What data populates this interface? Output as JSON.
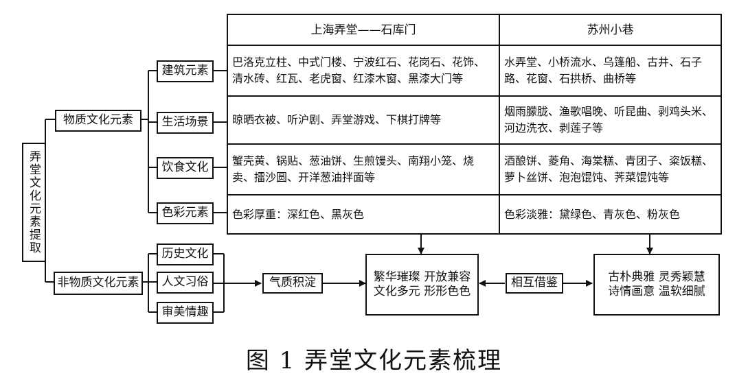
{
  "root": "弄堂文化元素提取",
  "material": "物质文化元素",
  "immaterial": "非物质文化元素",
  "categories": [
    "建筑元素",
    "生活场景",
    "饮食文化",
    "色彩元素"
  ],
  "intangible": [
    "历史文化",
    "人文习俗",
    "审美情趣"
  ],
  "qizhi": "气质积淀",
  "huxiang": "相互借鉴",
  "table": {
    "headers": [
      "上海弄堂——石库门",
      "苏州小巷"
    ],
    "rows": [
      [
        "巴洛克立柱、中式门楼、宁波红石、花岗石、花饰、清水砖、红瓦、老虎窗、红漆木窗、黑漆大门等",
        "水弄堂、小桥流水、乌篷船、古井、石子路、花窗、石拱桥、曲桥等"
      ],
      [
        "晾晒衣被、听沪剧、弄堂游戏、下棋打牌等",
        "烟雨朦胧、渔歌唱晚、听昆曲、剥鸡头米、河边洗衣、剥莲子等"
      ],
      [
        "蟹壳黄、锅贴、葱油饼、生煎馒头、南翔小笼、烧卖、擂沙圆、开洋葱油拌面等",
        "酒酿饼、菱角、海棠糕、青团子、粢饭糕、萝卜丝饼、泡泡馄饨、荠菜馄饨等"
      ],
      [
        "色彩厚重：深红色、黑灰色",
        "色彩淡雅：黛绿色、青灰色、粉灰色"
      ]
    ]
  },
  "shanghai_result": [
    "繁华璀璨  开放兼容",
    "文化多元  形形色色"
  ],
  "suzhou_result": [
    "古朴典雅  灵秀颖慧",
    "诗情画意  温软细腻"
  ],
  "caption": "图 1  弄堂文化元素梳理"
}
